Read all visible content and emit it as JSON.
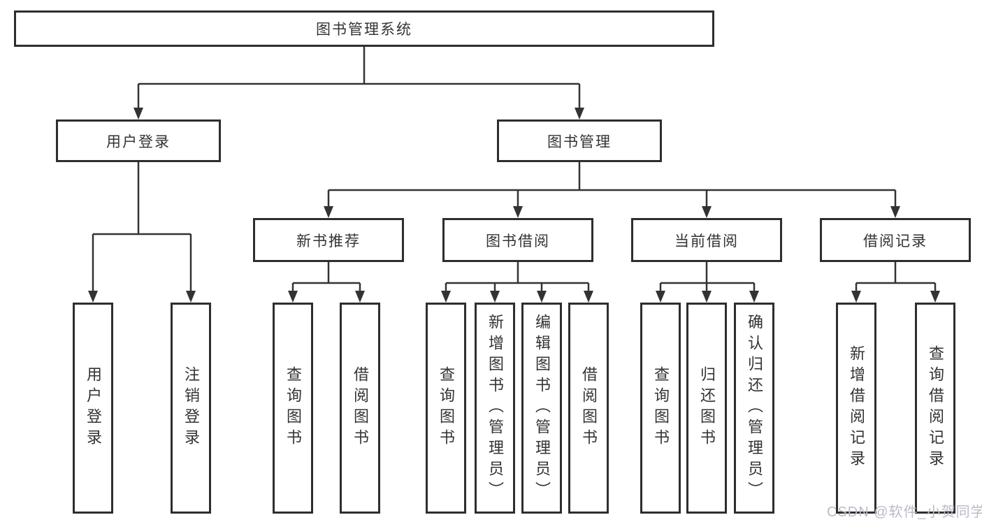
{
  "diagram": {
    "root": {
      "label": "图书管理系统"
    },
    "modules": [
      {
        "label": "用户登录",
        "functions": [
          {
            "label": "用户登录"
          },
          {
            "label": "注销登录"
          }
        ]
      },
      {
        "label": "图书管理",
        "submodules": [
          {
            "label": "新书推荐",
            "functions": [
              {
                "label": "查询图书"
              },
              {
                "label": "借阅图书"
              }
            ]
          },
          {
            "label": "图书借阅",
            "functions": [
              {
                "label": "查询图书"
              },
              {
                "label": "新增图书（管理员）"
              },
              {
                "label": "编辑图书（管理员）"
              },
              {
                "label": "借阅图书"
              }
            ]
          },
          {
            "label": "当前借阅",
            "functions": [
              {
                "label": "查询图书"
              },
              {
                "label": "归还图书"
              },
              {
                "label": "确认归还（管理员）"
              }
            ]
          },
          {
            "label": "借阅记录",
            "functions": [
              {
                "label": "新增借阅记录"
              },
              {
                "label": "查询借阅记录"
              }
            ]
          }
        ]
      }
    ]
  },
  "watermark": {
    "text": "CSDN @软件_小贺同学"
  },
  "colors": {
    "line": "#333333",
    "border": "#2e2e2e",
    "text": "#333333",
    "background": "#ffffff",
    "watermark": "#b8bcc6"
  }
}
